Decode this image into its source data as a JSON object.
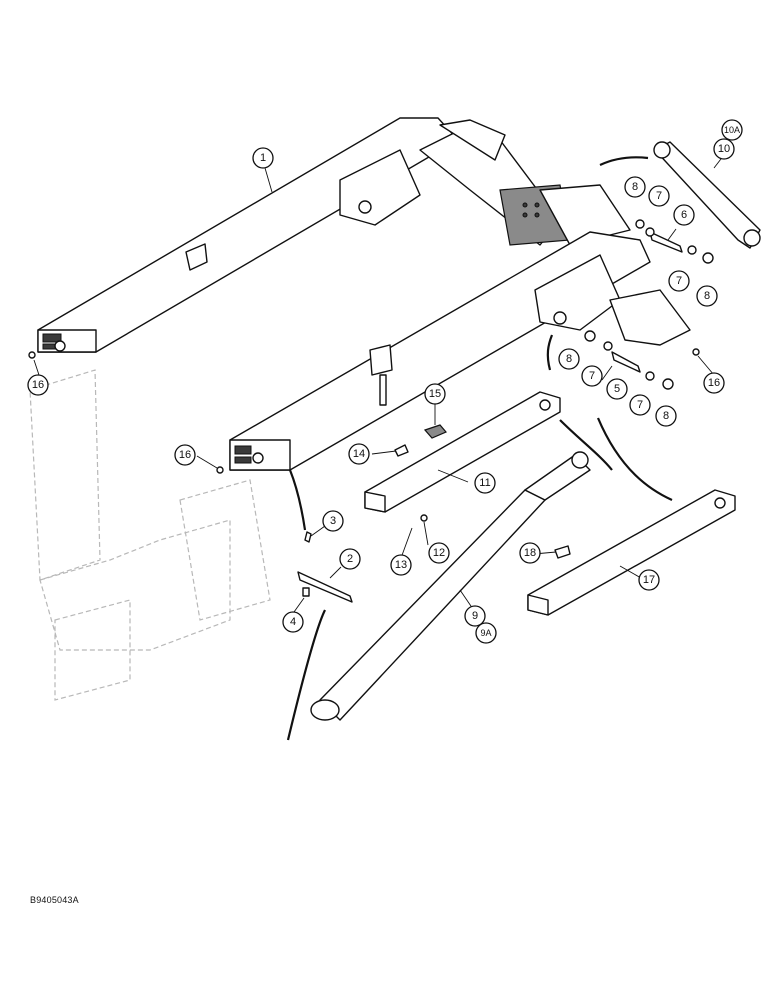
{
  "figure_id": "B9405043A",
  "callouts": {
    "c1": "1",
    "c2": "2",
    "c3": "3",
    "c4": "4",
    "c5": "5",
    "c6": "6",
    "c7a": "7",
    "c7b": "7",
    "c7c": "7",
    "c7d": "7",
    "c8a": "8",
    "c8b": "8",
    "c8c": "8",
    "c8d": "8",
    "c9": "9",
    "c9a": "9A",
    "c10": "10",
    "c10a": "10A",
    "c11": "11",
    "c12": "12",
    "c13": "13",
    "c14": "14",
    "c15": "15",
    "c16a": "16",
    "c16b": "16",
    "c16c": "16",
    "c17": "17",
    "c18": "18"
  }
}
